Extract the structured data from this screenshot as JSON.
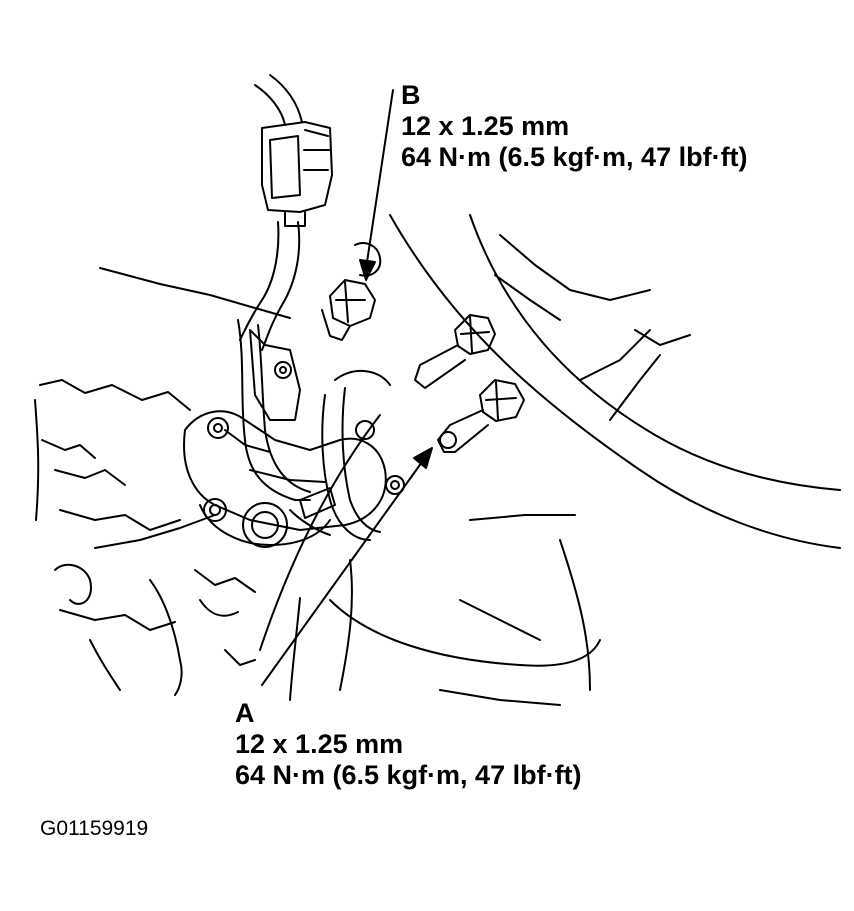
{
  "callouts": {
    "b": {
      "letter": "B",
      "size": "12 x 1.25 mm",
      "torque": "64 N·m (6.5 kgf·m, 47 lbf·ft)"
    },
    "a": {
      "letter": "A",
      "size": "12 x 1.25 mm",
      "torque": "64 N·m (6.5 kgf·m, 47 lbf·ft)"
    }
  },
  "figure_id": "G01159919",
  "colors": {
    "line": "#000000",
    "background": "#ffffff"
  }
}
